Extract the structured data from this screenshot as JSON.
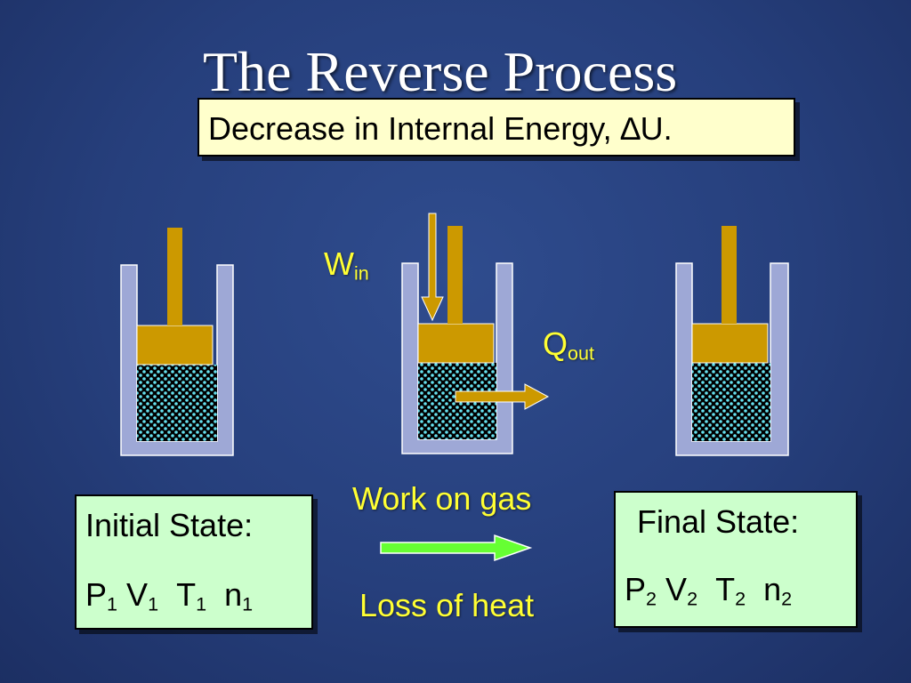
{
  "slide": {
    "title": "The Reverse Process",
    "subtitle": "Decrease in Internal Energy, ∆U."
  },
  "labels": {
    "w_main": "W",
    "w_sub": "in",
    "q_main": "Q",
    "q_sub": "out",
    "work_on_gas": "Work on gas",
    "loss_of_heat": "Loss of heat"
  },
  "initial_state": {
    "heading": "Initial State:",
    "vars": [
      {
        "sym": "P",
        "sub": "1"
      },
      {
        "sym": "V",
        "sub": "1"
      },
      {
        "sym": "T",
        "sub": "1"
      },
      {
        "sym": "n",
        "sub": "1"
      }
    ]
  },
  "final_state": {
    "heading": "Final State:",
    "vars": [
      {
        "sym": "P",
        "sub": "2"
      },
      {
        "sym": "V",
        "sub": "2"
      },
      {
        "sym": "T",
        "sub": "2"
      },
      {
        "sym": "n",
        "sub": "2"
      }
    ]
  },
  "colors": {
    "cylinder_wall": "#9ea8d6",
    "piston": "#cc9900",
    "gas_dot": "#66e0ee",
    "green_arrow": "#66ff33",
    "label_yellow": "#ffff33",
    "state_box": "#ccffcc",
    "subtitle_box": "#ffffcc"
  }
}
